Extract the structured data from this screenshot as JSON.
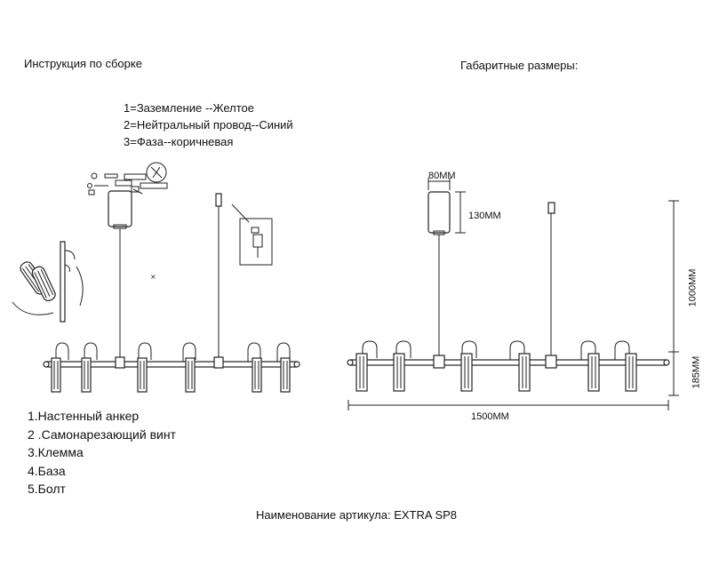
{
  "assembly_title": "Инструкция по сборке",
  "dimensions_title": "Габаритные размеры:",
  "wiring": [
    "1=Заземление --Желтое",
    "2=Нейтральный провод--Синий",
    "3=Фаза--коричневая"
  ],
  "parts": [
    "1.Настенный анкер",
    "2 .Самонарезающий винт",
    "3.Клемма",
    "4.База",
    "5.Болт"
  ],
  "dims": {
    "canopy_width": "80MM",
    "canopy_height": "130MM",
    "suspension_height": "1000MM",
    "lamp_height": "185MM",
    "total_length": "1500MM"
  },
  "article": "Наименование артикула: EXTRA SP8"
}
